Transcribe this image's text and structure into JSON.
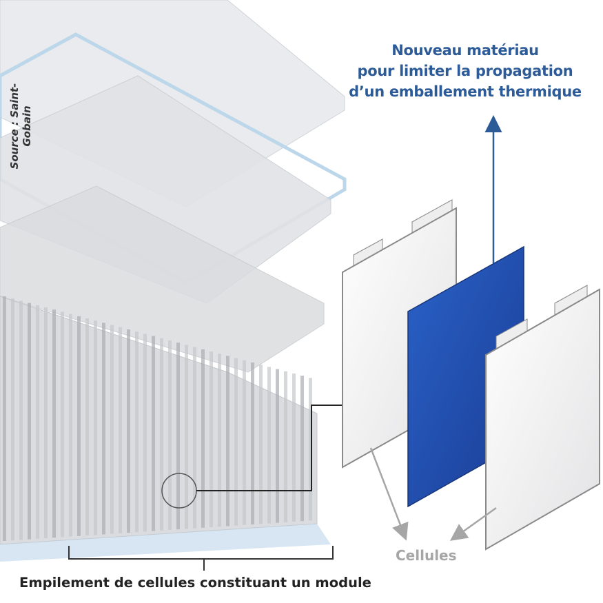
{
  "title": {
    "lines": [
      "Nouveau matériau",
      "pour limiter la propagation",
      "d’un emballement thermique"
    ]
  },
  "source": "Source : Saint-Gobain",
  "labels": {
    "cells": "Cellules",
    "module": "Empilement de cellules constituant un module"
  },
  "colors": {
    "title": "#2c5b98",
    "new_material_panel": "#1f4fb0",
    "cells": "#a6a6a6"
  }
}
